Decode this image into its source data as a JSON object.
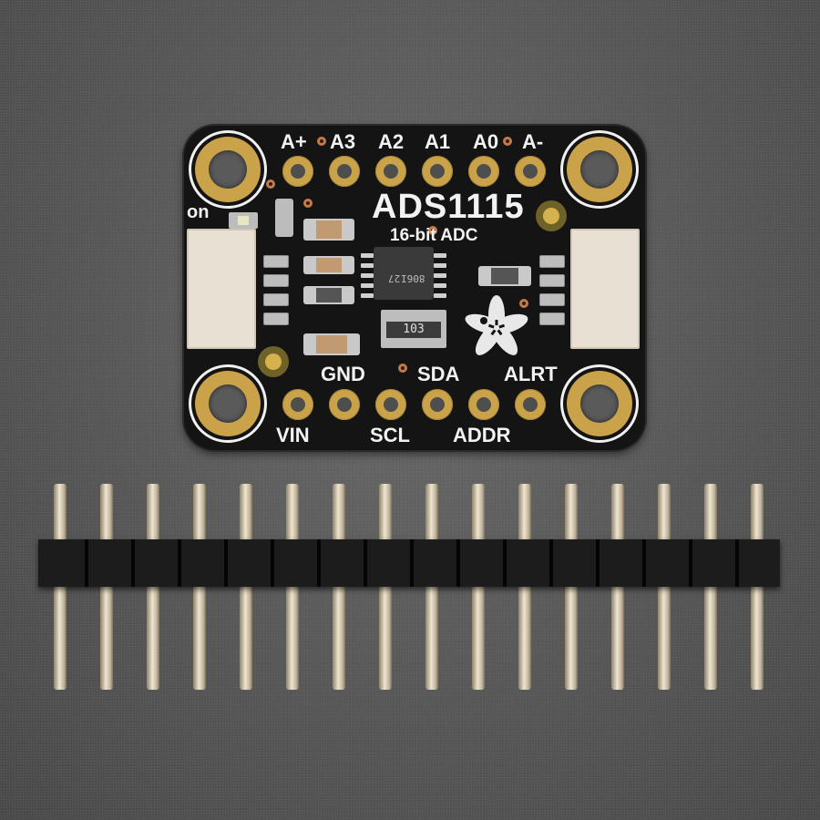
{
  "scene": {
    "description": "Product photo of an ADS1115 16-bit ADC breakout board and a male pin header strip on a grey textured background",
    "background_color": "#5c5c5c",
    "pcb_color": "#141414",
    "gold_color": "#c9a24a",
    "silkscreen_color": "#f2f2f2"
  },
  "board": {
    "title": "ADS1115",
    "subtitle": "16-bit ADC",
    "power_led_label": "on",
    "top_pins": [
      "A+",
      "A3",
      "A2",
      "A1",
      "A0",
      "A-"
    ],
    "bottom_pins": [
      "VIN",
      "GND",
      "SCL",
      "SDA",
      "ADDR",
      "ALRT"
    ],
    "ic_marking": [
      "27",
      "806I"
    ],
    "resistor_network_code": "103",
    "logo": "adafruit-flower-logo"
  },
  "header": {
    "pin_count": 16,
    "housing_color": "#1c1c1c",
    "pin_color": "#d8cdb4"
  }
}
